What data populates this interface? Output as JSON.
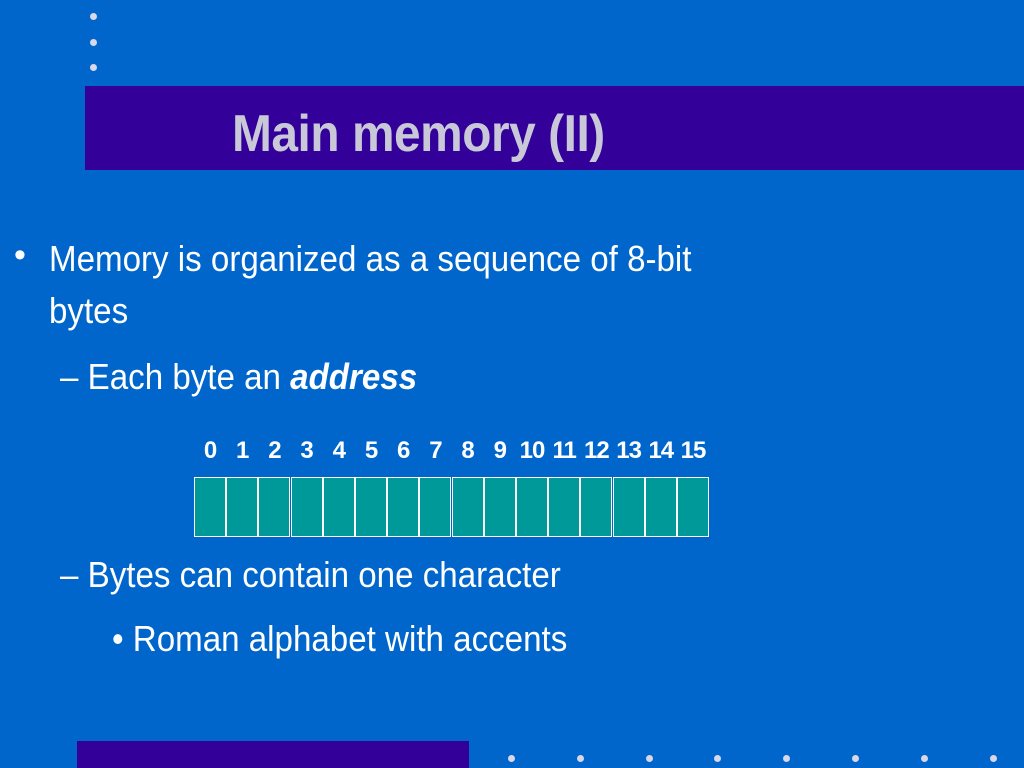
{
  "slide": {
    "title": "Main memory (II)",
    "bullet1": {
      "marker": "•",
      "line1": "Memory is organized as a sequence of 8-bit",
      "line2": "bytes"
    },
    "sub1": {
      "prefix": "– Each byte an ",
      "emphasis": "address"
    },
    "memory_diagram": {
      "addresses": [
        "0",
        "1",
        "2",
        "3",
        "4",
        "5",
        "6",
        "7",
        "8",
        "9",
        "10",
        "11",
        "12",
        "13",
        "14",
        "15"
      ],
      "cell_color": "#009999"
    },
    "sub2": "– Bytes can contain one character",
    "subsub1": "• Roman alphabet with accents"
  },
  "colors": {
    "background": "#0066cc",
    "bar": "#330099",
    "title_text": "#c8c8d8"
  }
}
